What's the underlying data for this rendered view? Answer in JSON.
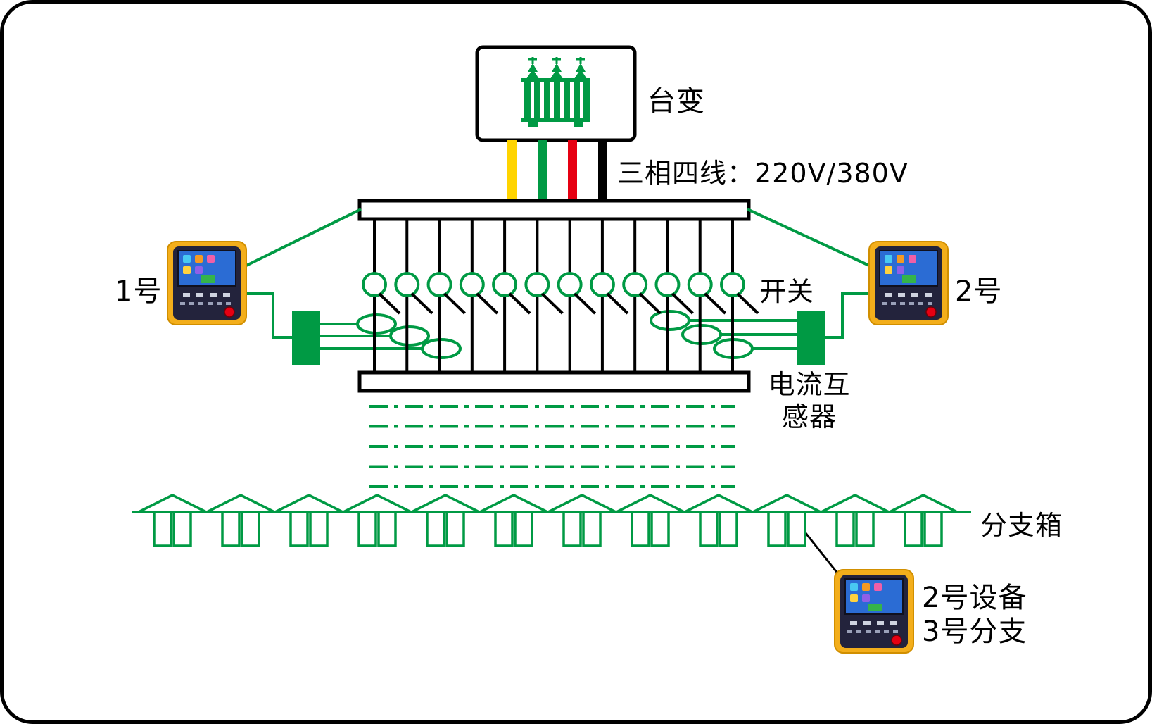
{
  "labels": {
    "transformer": "台变",
    "supply": "三相四线：220V/380V",
    "switch": "开关",
    "meter1": "1号",
    "meter2": "2号",
    "ct_line1": "电流互",
    "ct_line2": "感器",
    "branch_box": "分支箱",
    "device3_line1": "2号设备",
    "device3_line2": "3号分支"
  },
  "colors": {
    "diagram_green": "#009a44",
    "wire_yellow": "#ffd400",
    "wire_green": "#009a44",
    "wire_red": "#e60012",
    "wire_black": "#000000",
    "meter_body_yellow": "#f3ae1b",
    "meter_panel_dark": "#23233c",
    "meter_screen_blue": "#2b6cd4",
    "meter_button_red": "#e60012"
  },
  "diagram": {
    "feeder_switch_count": 12,
    "branch_house_count": 12,
    "dashed_row_count": 5,
    "ct_coil_count_left": 3,
    "ct_coil_count_right": 3,
    "wire_colors": [
      "#ffd400",
      "#009a44",
      "#e60012",
      "#000000"
    ]
  }
}
